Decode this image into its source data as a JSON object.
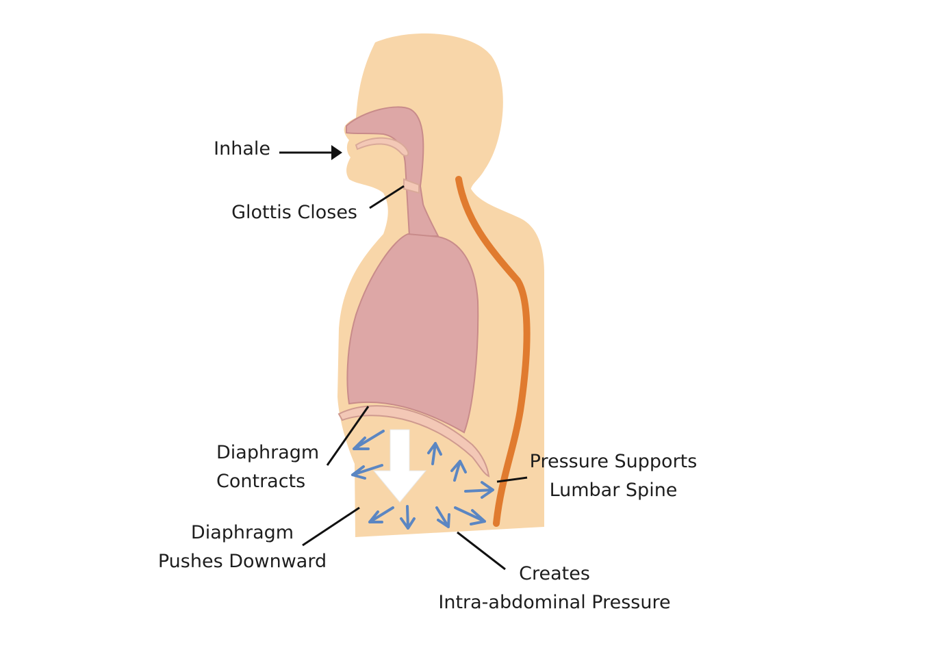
{
  "colors": {
    "skin": "#f8d6a9",
    "lung": "#dda7a6",
    "lung_edge": "#c88b8a",
    "spine": "#e07b2f",
    "arrow_blue": "#5b86c2",
    "leader": "#111111"
  },
  "labels": {
    "inhale": "Inhale",
    "glottis": "Glottis Closes",
    "diaphragm_contracts": [
      "Diaphragm",
      "Contracts"
    ],
    "diaphragm_pushes": [
      "Diaphragm",
      "Pushes Downward"
    ],
    "creates_pressure": [
      "Creates",
      "Intra-abdominal Pressure"
    ],
    "supports_spine": [
      "Pressure Supports",
      "Lumbar Spine"
    ]
  }
}
